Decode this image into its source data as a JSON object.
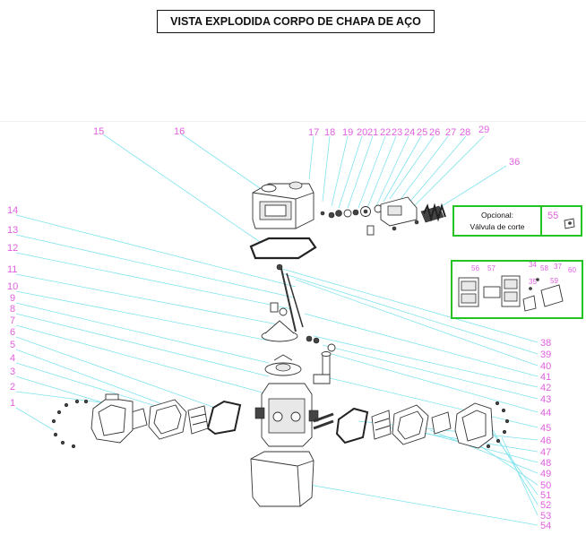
{
  "title": "VISTA EXPLODIDA CORPO DE CHAPA DE AÇO",
  "optional_box": {
    "label_line1": "Opcional:",
    "label_line2": "Válvula de corte",
    "part_number": "55"
  },
  "kit_box": {
    "labels": [
      "56",
      "57",
      "34",
      "58",
      "37",
      "35",
      "59",
      "60"
    ]
  },
  "callouts": {
    "left": [
      "15",
      "16",
      "14",
      "13",
      "12",
      "11",
      "10",
      "9",
      "8",
      "7",
      "6",
      "5",
      "4",
      "3",
      "2",
      "1"
    ],
    "top": [
      "17",
      "18",
      "19",
      "20",
      "21",
      "22",
      "23",
      "24",
      "25",
      "26",
      "27",
      "28",
      "29",
      "36"
    ],
    "right": [
      "38",
      "39",
      "40",
      "41",
      "42",
      "43",
      "44",
      "45",
      "46",
      "47",
      "48",
      "49",
      "50",
      "51",
      "52",
      "53",
      "54"
    ]
  },
  "colors": {
    "callout_number": "#e060e0",
    "leader_line": "#7fe3ee",
    "box_border": "#22c322",
    "title_border": "#111111"
  }
}
